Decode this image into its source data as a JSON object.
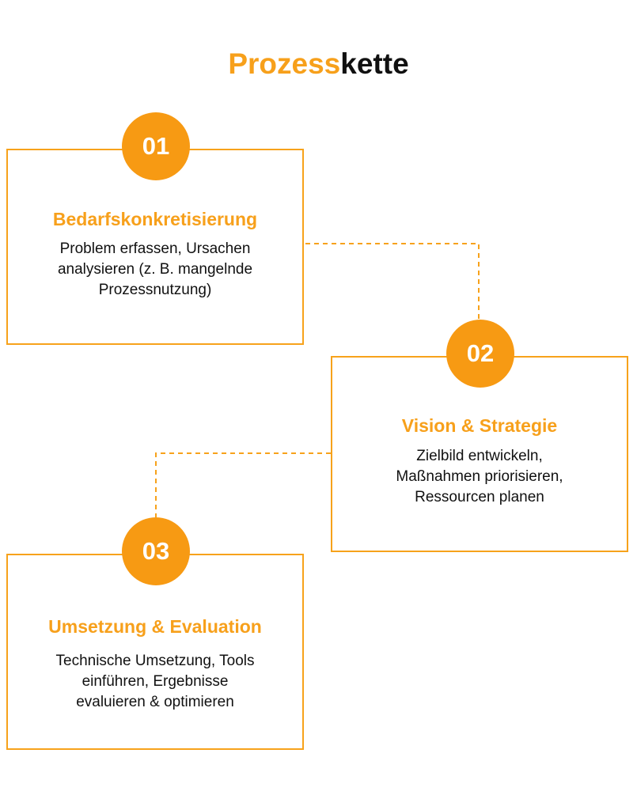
{
  "title": {
    "part1": "Prozess",
    "part2": "kette"
  },
  "steps": [
    {
      "number": "01",
      "heading": "Bedarfskonkretisierung",
      "lines": [
        "Problem erfassen, Ursachen",
        "analysieren (z. B. mangelnde",
        "Prozessnutzung)"
      ]
    },
    {
      "number": "02",
      "heading": "Vision & Strategie",
      "lines": [
        "Zielbild entwickeln,",
        "Maßnahmen priorisieren,",
        "Ressourcen planen"
      ]
    },
    {
      "number": "03",
      "heading": "Umsetzung & Evaluation",
      "lines": [
        "Technische Umsetzung, Tools",
        "einführen, Ergebnisse",
        "evaluieren & optimieren"
      ]
    }
  ],
  "colors": {
    "accent": "#f7a21b",
    "text": "#111111"
  }
}
